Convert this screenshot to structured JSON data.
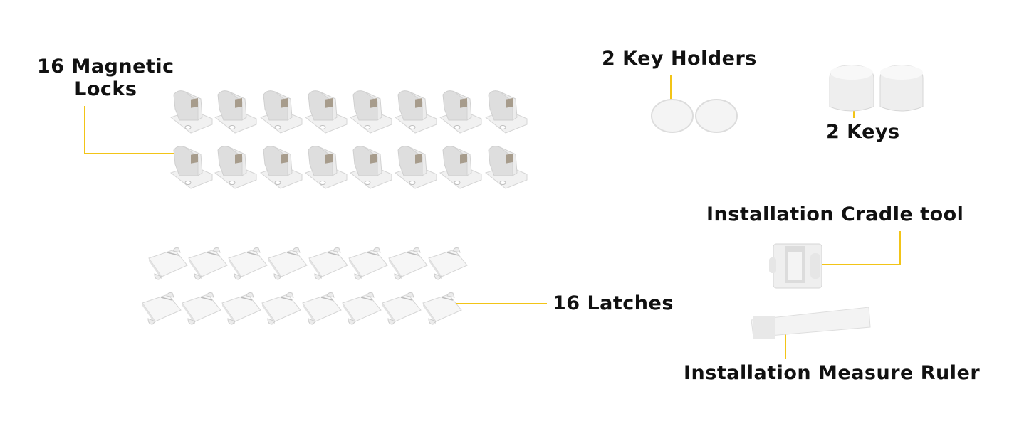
{
  "labels": {
    "magnetic_locks_line1": "16 Magnetic",
    "magnetic_locks_line2": "Locks",
    "key_holders": "2 Key Holders",
    "keys": "2 Keys",
    "latches": "16 Latches",
    "cradle_tool": "Installation Cradle tool",
    "measure_ruler": "Installation Measure Ruler"
  },
  "counts": {
    "magnetic_locks": 16,
    "latches": 16,
    "key_holders": 2,
    "keys": 2
  },
  "colors": {
    "accent": "#f2c417",
    "text": "#111111",
    "background": "#ffffff"
  }
}
